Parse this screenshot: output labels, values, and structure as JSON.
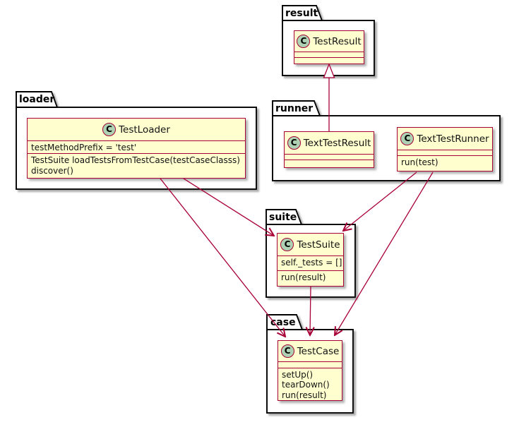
{
  "diagram_type": "uml-class-diagram",
  "colors": {
    "class_fill": "#FEFECE",
    "class_border": "#A80036",
    "relation_line": "#A80036",
    "class_icon_fill": "#ADD1B2",
    "package_border": "#000000",
    "package_fill": "#FFFFFF",
    "background": "#FFFFFF"
  },
  "packages": [
    {
      "label": "result"
    },
    {
      "label": "loader"
    },
    {
      "label": "runner"
    },
    {
      "label": "suite"
    },
    {
      "label": "case"
    }
  ],
  "classes": {
    "TestResult": {
      "icon": "C",
      "name": "TestResult",
      "attributes": [],
      "methods": []
    },
    "TestLoader": {
      "icon": "C",
      "name": "TestLoader",
      "attributes": [
        "testMethodPrefix = 'test'"
      ],
      "methods": [
        "TestSuite loadTestsFromTestCase(testCaseClasss)",
        "discover()"
      ]
    },
    "TextTestResult": {
      "icon": "C",
      "name": "TextTestResult",
      "attributes": [],
      "methods": []
    },
    "TextTestRunner": {
      "icon": "C",
      "name": "TextTestRunner",
      "attributes": [],
      "methods": [
        "run(test)"
      ]
    },
    "TestSuite": {
      "icon": "C",
      "name": "TestSuite",
      "attributes": [
        "self._tests = []"
      ],
      "methods": [
        "run(result)"
      ]
    },
    "TestCase": {
      "icon": "C",
      "name": "TestCase",
      "attributes": [],
      "methods": [
        "setUp()",
        "tearDown()",
        "run(result)"
      ]
    }
  },
  "relations": [
    {
      "from": "loader.TestLoader",
      "to": "suite.TestSuite",
      "type": "dependency-arrow"
    },
    {
      "from": "loader.TestLoader",
      "to": "case.TestCase",
      "type": "dependency-arrow"
    },
    {
      "from": "runner.TextTestRunner",
      "to": "suite.TestSuite",
      "type": "dependency-arrow"
    },
    {
      "from": "runner.TextTestRunner",
      "to": "case.TestCase",
      "type": "dependency-arrow"
    },
    {
      "from": "suite.TestSuite",
      "to": "case.TestCase",
      "type": "dependency-arrow"
    },
    {
      "from": "runner.TextTestResult",
      "to": "result.TestResult",
      "type": "inheritance"
    }
  ]
}
